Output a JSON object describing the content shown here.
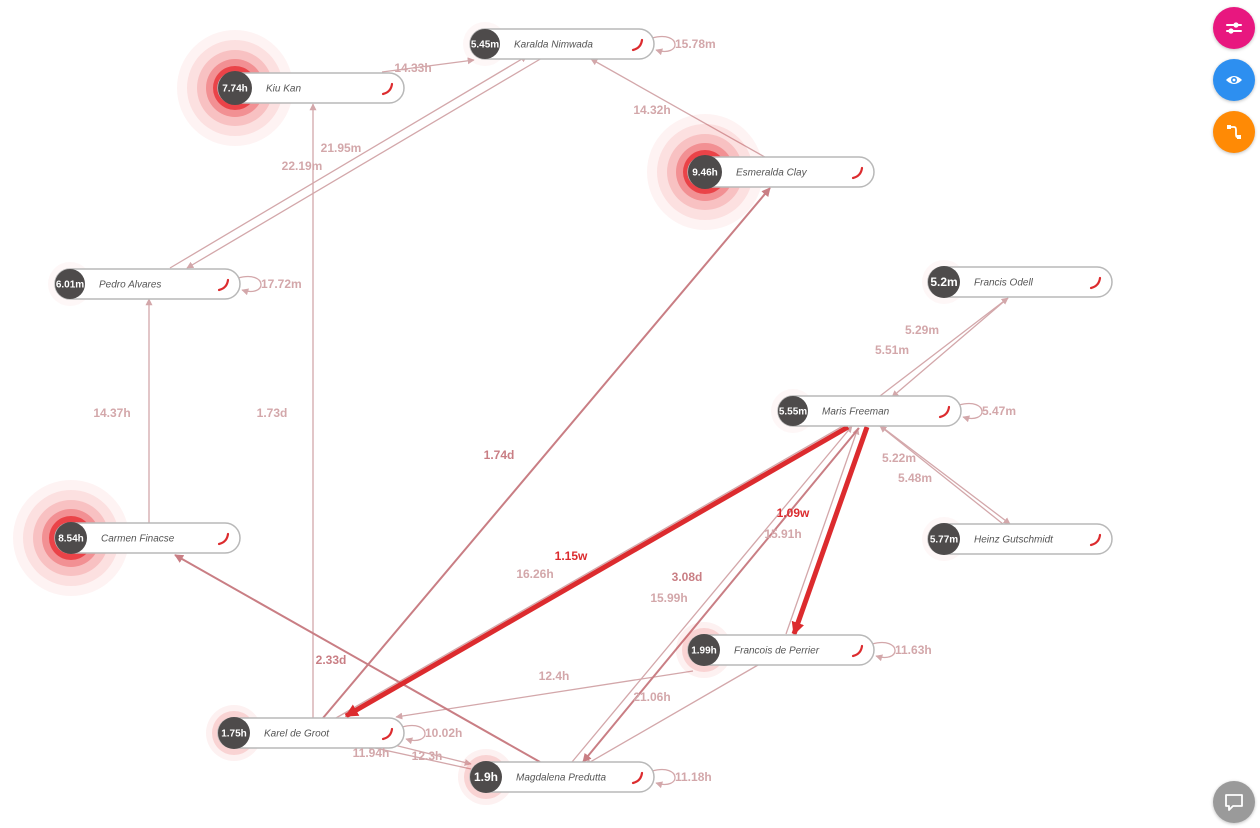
{
  "colors": {
    "edge_normal": "#d3a7aa",
    "edge_strong": "#c97e84",
    "edge_critical": "#dc2b2e",
    "node_bubble": "#4e4b4b",
    "node_border": "#b8b8b8",
    "ring_red": "#e9363b",
    "btn_filter": "#e8177f",
    "btn_view": "#2d8ff0",
    "btn_path": "#ff8a05",
    "btn_chat": "#9a9a9a"
  },
  "toolbar": {
    "filter_icon": "sliders-icon",
    "view_icon": "eye-icon",
    "path_icon": "route-icon",
    "chat_icon": "chat-bubble-icon"
  },
  "nodes": [
    {
      "id": "karalda",
      "name": "Karalda Nimwada",
      "time": "5.45m",
      "heat": 0,
      "self_loop": "15.78m"
    },
    {
      "id": "kiu",
      "name": "Kiu Kan",
      "time": "7.74h",
      "heat": 3,
      "self_loop": ""
    },
    {
      "id": "esmeralda",
      "name": "Esmeralda Clay",
      "time": "9.46h",
      "heat": 3,
      "self_loop": ""
    },
    {
      "id": "pedro",
      "name": "Pedro Alvares",
      "time": "6.01m",
      "heat": 0,
      "self_loop": "17.72m"
    },
    {
      "id": "francis",
      "name": "Francis Odell",
      "time": "5.2m",
      "heat": 0,
      "self_loop": ""
    },
    {
      "id": "maris",
      "name": "Maris Freeman",
      "time": "5.55m",
      "heat": 0,
      "self_loop": "5.47m"
    },
    {
      "id": "carmen",
      "name": "Carmen Finacse",
      "time": "8.54h",
      "heat": 3,
      "self_loop": ""
    },
    {
      "id": "heinz",
      "name": "Heinz Gutschmidt",
      "time": "5.77m",
      "heat": 0,
      "self_loop": ""
    },
    {
      "id": "francois",
      "name": "Francois de Perrier",
      "time": "1.99h",
      "heat": 1,
      "self_loop": "11.63h"
    },
    {
      "id": "karel",
      "name": "Karel de Groot",
      "time": "1.75h",
      "heat": 1,
      "self_loop": "10.02h"
    },
    {
      "id": "magdalena",
      "name": "Magdalena Predutta",
      "time": "1.9h",
      "heat": 1,
      "self_loop": "11.18h"
    }
  ],
  "edges": [
    {
      "from": "kiu",
      "to": "karalda",
      "label": "14.33h",
      "weight": "normal"
    },
    {
      "from": "karalda",
      "to": "pedro",
      "label": "21.95m",
      "weight": "normal"
    },
    {
      "from": "pedro",
      "to": "karalda",
      "label": "22.19m",
      "weight": "normal"
    },
    {
      "from": "esmeralda",
      "to": "karalda",
      "label": "14.32h",
      "weight": "normal"
    },
    {
      "from": "carmen",
      "to": "pedro",
      "label": "14.37h",
      "weight": "normal"
    },
    {
      "from": "karel",
      "to": "kiu",
      "label": "1.73d",
      "weight": "normal"
    },
    {
      "from": "karel",
      "to": "esmeralda",
      "label": "1.74d",
      "weight": "strong"
    },
    {
      "from": "maris",
      "to": "francis",
      "label": "5.29m",
      "weight": "normal"
    },
    {
      "from": "francis",
      "to": "maris",
      "label": "5.51m",
      "weight": "normal"
    },
    {
      "from": "maris",
      "to": "heinz",
      "label": "5.22m",
      "weight": "normal"
    },
    {
      "from": "heinz",
      "to": "maris",
      "label": "5.48m",
      "weight": "normal"
    },
    {
      "from": "maris",
      "to": "karel",
      "label": "1.15w",
      "weight": "critical"
    },
    {
      "from": "karel",
      "to": "maris",
      "label": "16.26h",
      "weight": "normal"
    },
    {
      "from": "maris",
      "to": "francois",
      "label": "1.09w",
      "weight": "critical"
    },
    {
      "from": "francois",
      "to": "maris",
      "label": "15.91h",
      "weight": "normal"
    },
    {
      "from": "maris",
      "to": "magdalena",
      "label": "3.08d",
      "weight": "strong"
    },
    {
      "from": "magdalena",
      "to": "maris",
      "label": "15.99h",
      "weight": "normal"
    },
    {
      "from": "magdalena",
      "to": "carmen",
      "label": "2.33d",
      "weight": "strong"
    },
    {
      "from": "francois",
      "to": "karel",
      "label": "12.4h",
      "weight": "normal"
    },
    {
      "from": "francois",
      "to": "magdalena",
      "label": "21.06h",
      "weight": "normal"
    },
    {
      "from": "karel",
      "to": "magdalena",
      "label": "12.3h",
      "weight": "normal"
    },
    {
      "from": "magdalena",
      "to": "karel",
      "label": "11.94h",
      "weight": "normal"
    }
  ]
}
